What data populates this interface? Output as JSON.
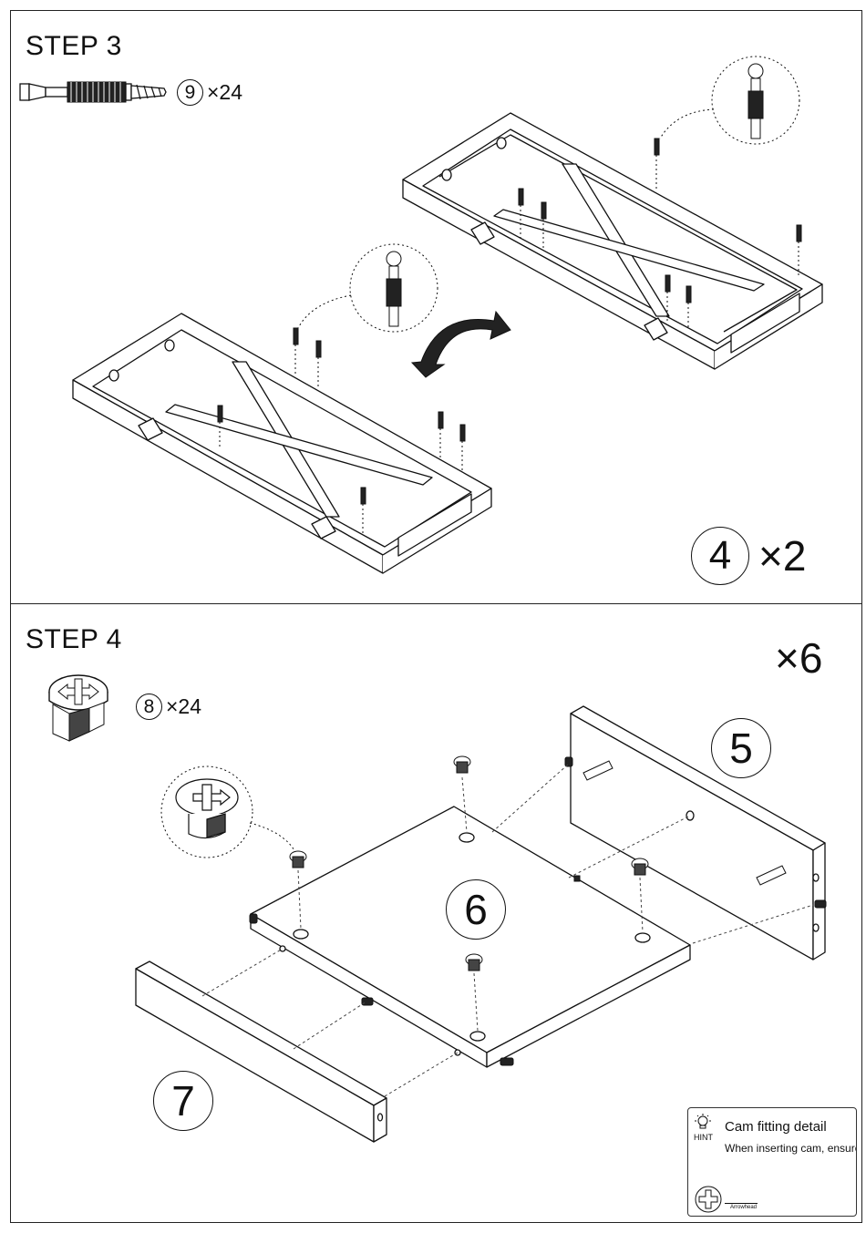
{
  "step3": {
    "title": "STEP 3",
    "hardware": {
      "part_number": "9",
      "quantity": "×24",
      "icon": "cam-bolt-icon"
    },
    "assembly": {
      "part_number": "4",
      "quantity": "×2"
    }
  },
  "step4": {
    "title": "STEP 4",
    "hardware": {
      "part_number": "8",
      "quantity": "×24",
      "icon": "cam-lock-icon"
    },
    "multiplier": "×6",
    "parts": {
      "side_panel": "5",
      "base_panel": "6",
      "front_rail": "7"
    },
    "hint": {
      "badge": "HINT",
      "title": "Cam fitting detail",
      "text": "When inserting cam, ensure",
      "arrow_label": "Arrowhead",
      "icon": "lightbulb-icon"
    }
  }
}
